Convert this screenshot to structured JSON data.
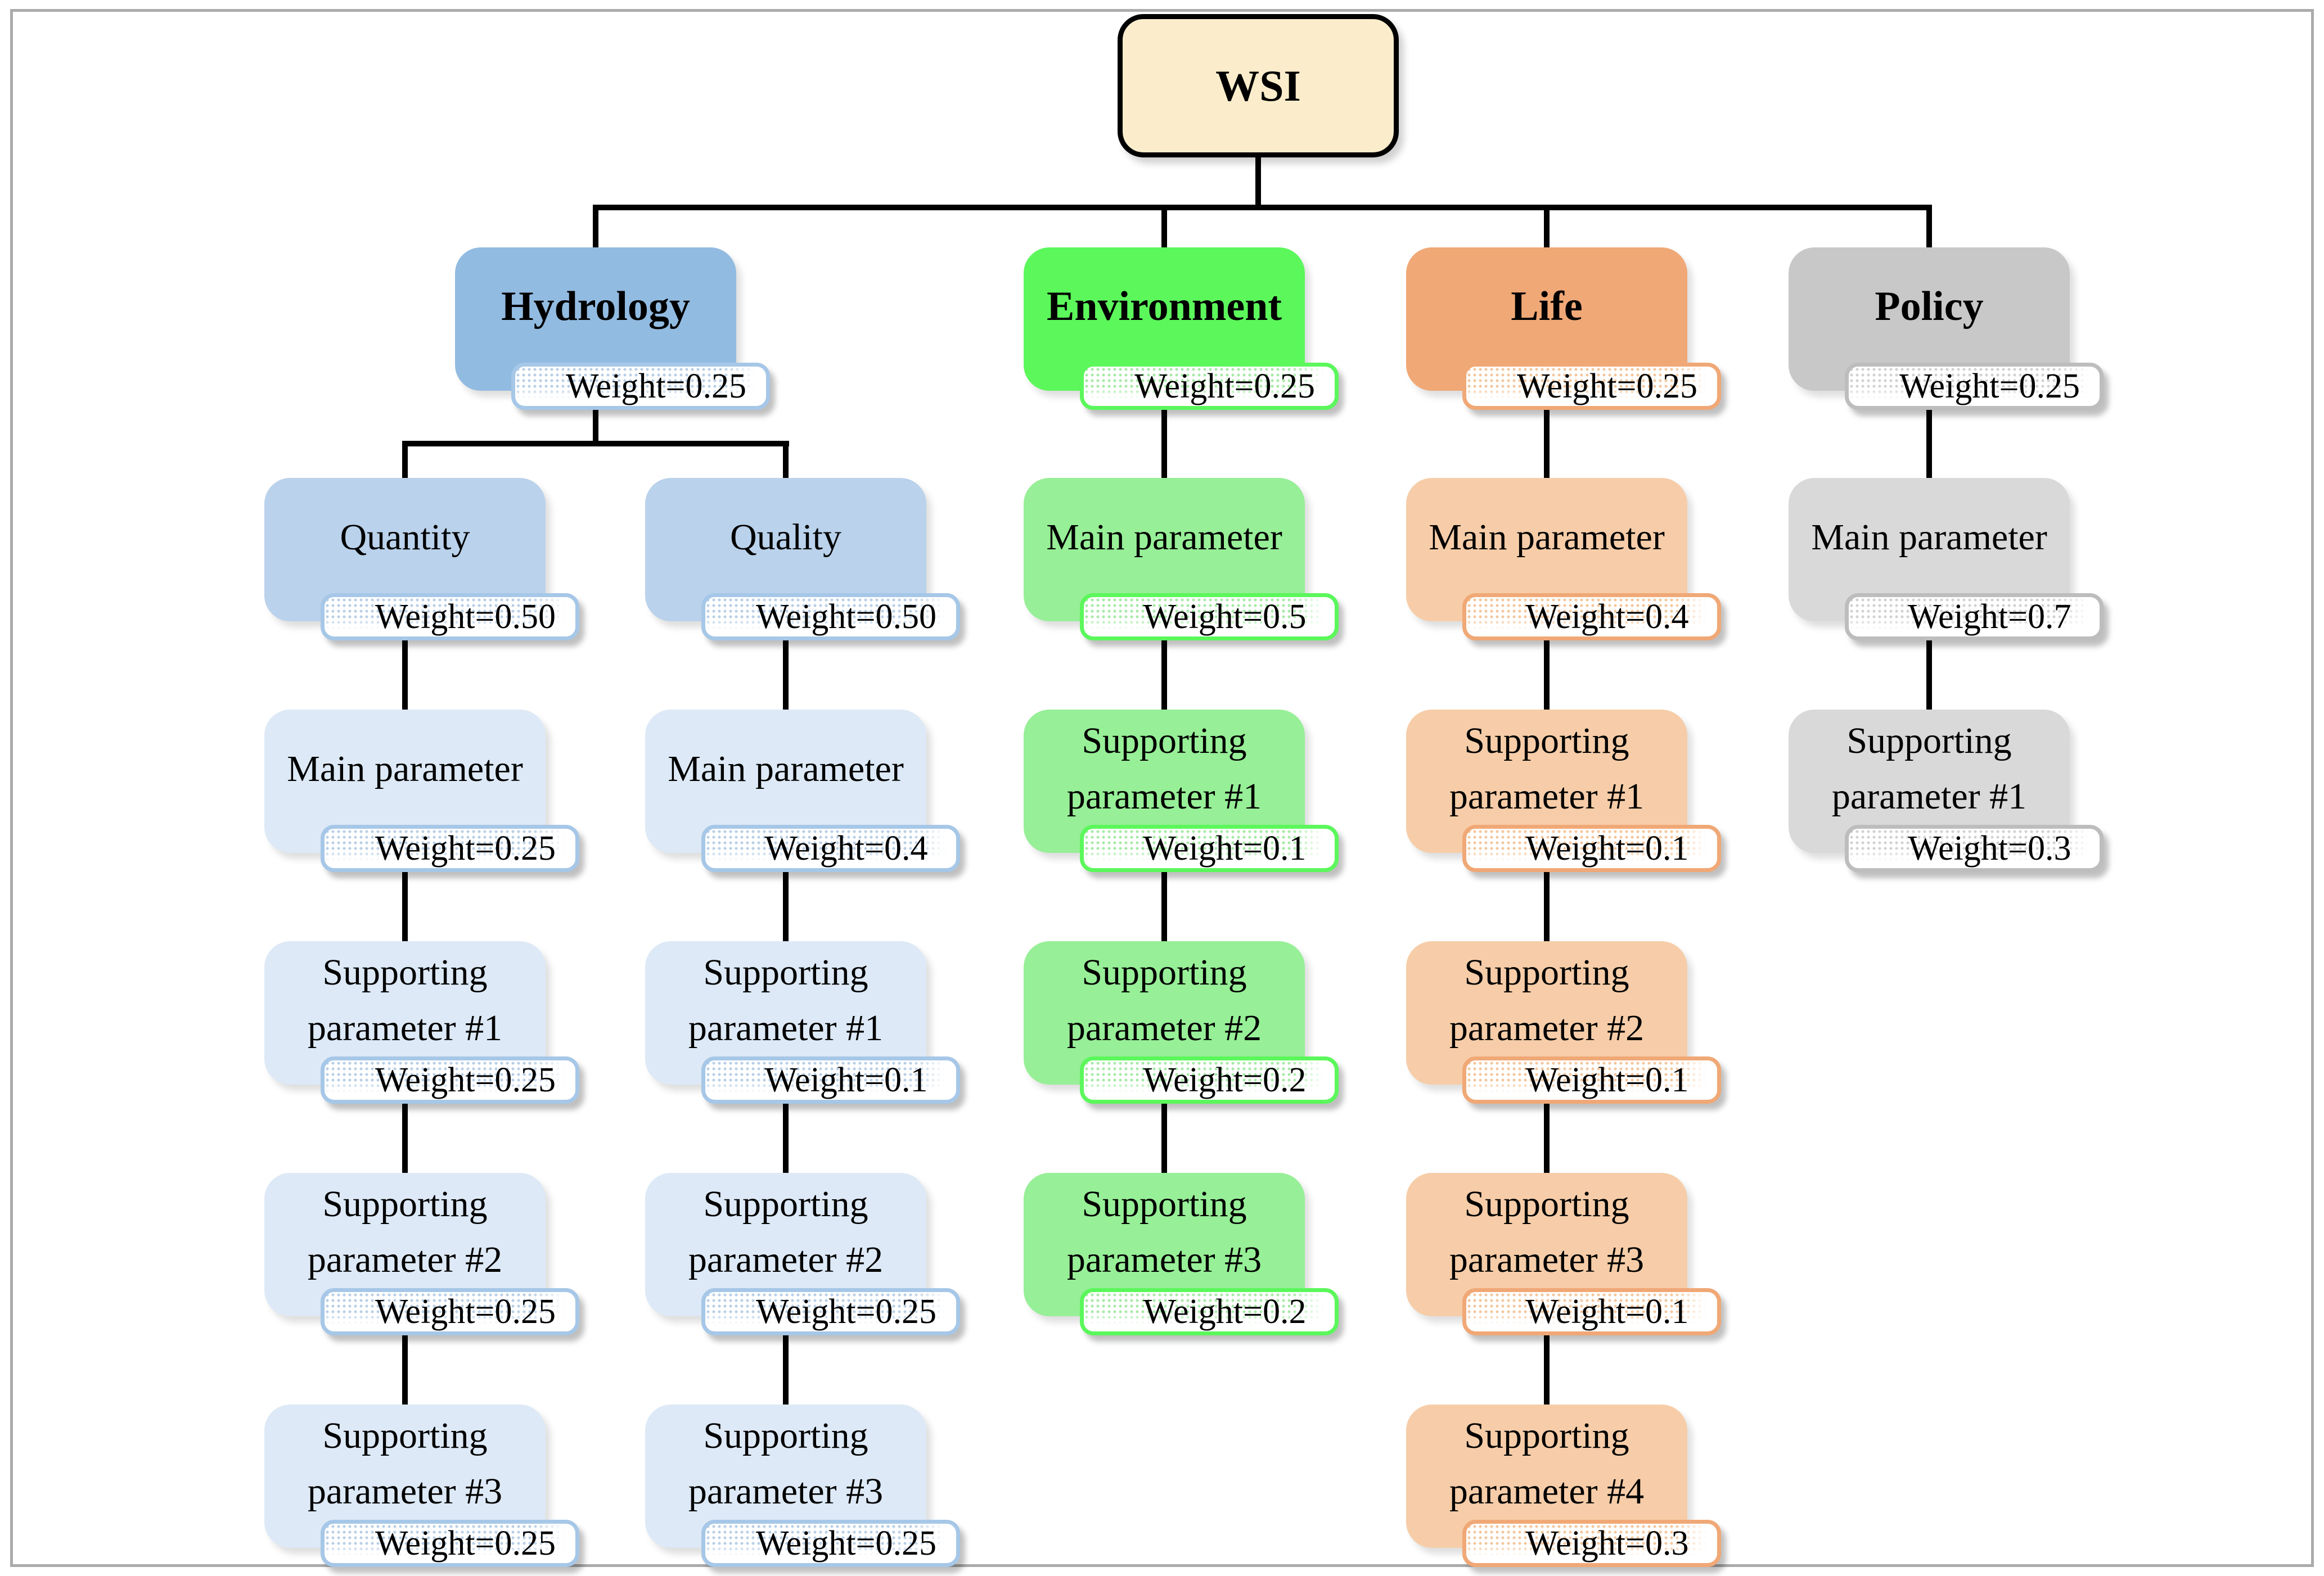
{
  "diagram_title": "WSI weighting hierarchy",
  "palette": {
    "wsi_fill": "#FBEDCB",
    "wsi_border": "#000000",
    "hydro_header": "#92BBE1",
    "hydro_mid": "#BAD2EB",
    "hydro_light": "#DDE9F6",
    "hydro_border": "#A6C7E7",
    "hydro_dot": "#B9CFE6",
    "env_header": "#5BF75B",
    "env_light": "#97EF97",
    "env_border": "#5BF75B",
    "env_dot": "#A8EAA8",
    "life_header": "#F0A876",
    "life_light": "#F6CDA8",
    "life_border": "#F0A876",
    "life_dot": "#F3C79E",
    "policy_header": "#C8C8C8",
    "policy_light": "#D9D9D9",
    "policy_border": "#BDBDBD",
    "policy_dot": "#D2D2D2",
    "line": "#000000",
    "frame": "#ABABAB",
    "text": "#000000"
  },
  "nodes": {
    "wsi": {
      "label": "WSI",
      "children": [
        "hydrology",
        "environment",
        "life",
        "policy"
      ]
    },
    "hydrology": {
      "label": "Hydrology",
      "weight": "Weight=0.25",
      "weight_value": 0.25,
      "children": [
        "quantity",
        "quality"
      ]
    },
    "environment": {
      "label": "Environment",
      "weight": "Weight=0.25",
      "weight_value": 0.25,
      "children": [
        "env_main"
      ]
    },
    "life": {
      "label": "Life",
      "weight": "Weight=0.25",
      "weight_value": 0.25,
      "children": [
        "life_main"
      ]
    },
    "policy": {
      "label": "Policy",
      "weight": "Weight=0.25",
      "weight_value": 0.25,
      "children": [
        "policy_main"
      ]
    },
    "quantity": {
      "label": "Quantity",
      "weight": "Weight=0.50",
      "weight_value": 0.5,
      "children": [
        "q1_main"
      ]
    },
    "quality": {
      "label": "Quality",
      "weight": "Weight=0.50",
      "weight_value": 0.5,
      "children": [
        "q2_main"
      ]
    },
    "q1_main": {
      "label": "Main parameter",
      "weight": "Weight=0.25",
      "weight_value": 0.25,
      "children": [
        "q1_s1"
      ]
    },
    "q1_s1": {
      "label": "Supporting parameter #1",
      "weight": "Weight=0.25",
      "weight_value": 0.25,
      "children": [
        "q1_s2"
      ]
    },
    "q1_s2": {
      "label": "Supporting parameter #2",
      "weight": "Weight=0.25",
      "weight_value": 0.25,
      "children": [
        "q1_s3"
      ]
    },
    "q1_s3": {
      "label": "Supporting parameter #3",
      "weight": "Weight=0.25",
      "weight_value": 0.25,
      "children": []
    },
    "q2_main": {
      "label": "Main parameter",
      "weight": "Weight=0.4",
      "weight_value": 0.4,
      "children": [
        "q2_s1"
      ]
    },
    "q2_s1": {
      "label": "Supporting parameter #1",
      "weight": "Weight=0.1",
      "weight_value": 0.1,
      "children": [
        "q2_s2"
      ]
    },
    "q2_s2": {
      "label": "Supporting parameter #2",
      "weight": "Weight=0.25",
      "weight_value": 0.25,
      "children": [
        "q2_s3"
      ]
    },
    "q2_s3": {
      "label": "Supporting parameter #3",
      "weight": "Weight=0.25",
      "weight_value": 0.25,
      "children": []
    },
    "env_main": {
      "label": "Main parameter",
      "weight": "Weight=0.5",
      "weight_value": 0.5,
      "children": [
        "env_s1"
      ]
    },
    "env_s1": {
      "label": "Supporting parameter #1",
      "weight": "Weight=0.1",
      "weight_value": 0.1,
      "children": [
        "env_s2"
      ]
    },
    "env_s2": {
      "label": "Supporting parameter #2",
      "weight": "Weight=0.2",
      "weight_value": 0.2,
      "children": [
        "env_s3"
      ]
    },
    "env_s3": {
      "label": "Supporting parameter #3",
      "weight": "Weight=0.2",
      "weight_value": 0.2,
      "children": []
    },
    "life_main": {
      "label": "Main parameter",
      "weight": "Weight=0.4",
      "weight_value": 0.4,
      "children": [
        "life_s1"
      ]
    },
    "life_s1": {
      "label": "Supporting parameter #1",
      "weight": "Weight=0.1",
      "weight_value": 0.1,
      "children": [
        "life_s2"
      ]
    },
    "life_s2": {
      "label": "Supporting parameter #2",
      "weight": "Weight=0.1",
      "weight_value": 0.1,
      "children": [
        "life_s3"
      ]
    },
    "life_s3": {
      "label": "Supporting parameter #3",
      "weight": "Weight=0.1",
      "weight_value": 0.1,
      "children": [
        "life_s4"
      ]
    },
    "life_s4": {
      "label": "Supporting parameter #4",
      "weight": "Weight=0.3",
      "weight_value": 0.3,
      "children": []
    },
    "policy_main": {
      "label": "Main parameter",
      "weight": "Weight=0.7",
      "weight_value": 0.7,
      "children": [
        "policy_s1"
      ]
    },
    "policy_s1": {
      "label": "Supporting parameter #1",
      "weight": "Weight=0.3",
      "weight_value": 0.3,
      "children": []
    }
  }
}
